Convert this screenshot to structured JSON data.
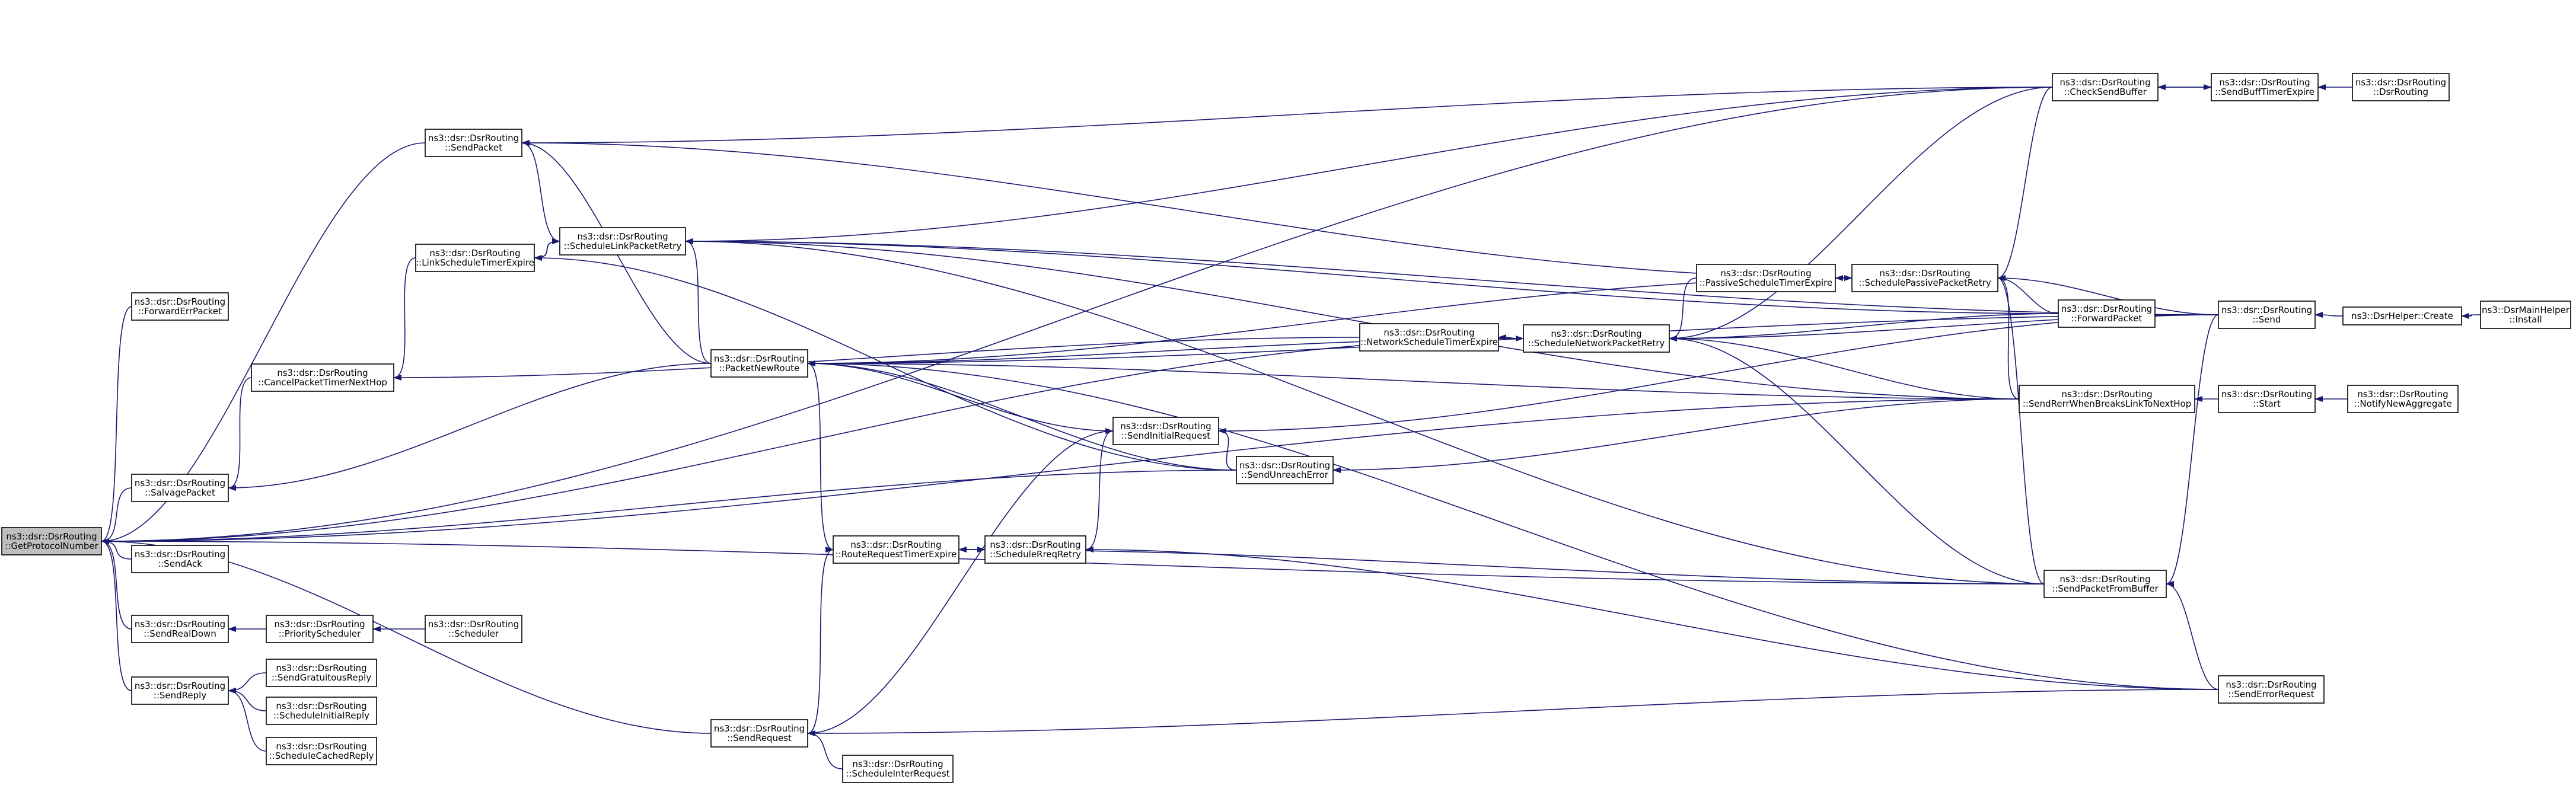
{
  "graph": {
    "edge_color": "#191970",
    "node_border_color": "#000000",
    "focus_node_fill": "#bfbfbf",
    "nodes": [
      {
        "id": "GetProtocolNumber",
        "lines": [
          "ns3::dsr::DsrRouting",
          "::GetProtocolNumber"
        ],
        "focus": true
      },
      {
        "id": "ForwardErrPacket",
        "lines": [
          "ns3::dsr::DsrRouting",
          "::ForwardErrPacket"
        ]
      },
      {
        "id": "SalvagePacket",
        "lines": [
          "ns3::dsr::DsrRouting",
          "::SalvagePacket"
        ]
      },
      {
        "id": "SendAck",
        "lines": [
          "ns3::dsr::DsrRouting",
          "::SendAck"
        ]
      },
      {
        "id": "SendRealDown",
        "lines": [
          "ns3::dsr::DsrRouting",
          "::SendRealDown"
        ]
      },
      {
        "id": "SendReply",
        "lines": [
          "ns3::dsr::DsrRouting",
          "::SendReply"
        ]
      },
      {
        "id": "CancelPacketTimerNextHop",
        "lines": [
          "ns3::dsr::DsrRouting",
          "::CancelPacketTimerNextHop"
        ]
      },
      {
        "id": "PriorityScheduler",
        "lines": [
          "ns3::dsr::DsrRouting",
          "::PriorityScheduler"
        ]
      },
      {
        "id": "Scheduler",
        "lines": [
          "ns3::dsr::DsrRouting",
          "::Scheduler"
        ]
      },
      {
        "id": "SendGratuitousReply",
        "lines": [
          "ns3::dsr::DsrRouting",
          "::SendGratuitousReply"
        ]
      },
      {
        "id": "ScheduleInitialReply",
        "lines": [
          "ns3::dsr::DsrRouting",
          "::ScheduleInitialReply"
        ]
      },
      {
        "id": "ScheduleCachedReply",
        "lines": [
          "ns3::dsr::DsrRouting",
          "::ScheduleCachedReply"
        ]
      },
      {
        "id": "SendPacket",
        "lines": [
          "ns3::dsr::DsrRouting",
          "::SendPacket"
        ]
      },
      {
        "id": "LinkScheduleTimerExpire",
        "lines": [
          "ns3::dsr::DsrRouting",
          "::LinkScheduleTimerExpire"
        ]
      },
      {
        "id": "ScheduleLinkPacketRetry",
        "lines": [
          "ns3::dsr::DsrRouting",
          "::ScheduleLinkPacketRetry"
        ]
      },
      {
        "id": "PacketNewRoute",
        "lines": [
          "ns3::dsr::DsrRouting",
          "::PacketNewRoute"
        ]
      },
      {
        "id": "SendRequest",
        "lines": [
          "ns3::dsr::DsrRouting",
          "::SendRequest"
        ]
      },
      {
        "id": "RouteRequestTimerExpire",
        "lines": [
          "ns3::dsr::DsrRouting",
          "::RouteRequestTimerExpire"
        ]
      },
      {
        "id": "ScheduleInterRequest",
        "lines": [
          "ns3::dsr::DsrRouting",
          "::ScheduleInterRequest"
        ]
      },
      {
        "id": "ScheduleRreqRetry",
        "lines": [
          "ns3::dsr::DsrRouting",
          "::ScheduleRreqRetry"
        ]
      },
      {
        "id": "SendInitialRequest",
        "lines": [
          "ns3::dsr::DsrRouting",
          "::SendInitialRequest"
        ]
      },
      {
        "id": "SendUnreachError",
        "lines": [
          "ns3::dsr::DsrRouting",
          "::SendUnreachError"
        ]
      },
      {
        "id": "NetworkScheduleTimerExpire",
        "lines": [
          "ns3::dsr::DsrRouting",
          "::NetworkScheduleTimerExpire"
        ]
      },
      {
        "id": "ScheduleNetworkPacketRetry",
        "lines": [
          "ns3::dsr::DsrRouting",
          "::ScheduleNetworkPacketRetry"
        ]
      },
      {
        "id": "PassiveScheduleTimerExpire",
        "lines": [
          "ns3::dsr::DsrRouting",
          "::PassiveScheduleTimerExpire"
        ]
      },
      {
        "id": "SchedulePassivePacketRetry",
        "lines": [
          "ns3::dsr::DsrRouting",
          "::SchedulePassivePacketRetry"
        ]
      },
      {
        "id": "CheckSendBuffer",
        "lines": [
          "ns3::dsr::DsrRouting",
          "::CheckSendBuffer"
        ]
      },
      {
        "id": "ForwardPacket",
        "lines": [
          "ns3::dsr::DsrRouting",
          "::ForwardPacket"
        ]
      },
      {
        "id": "SendRerrWhenBreaksLinkToNextHop",
        "lines": [
          "ns3::dsr::DsrRouting",
          "::SendRerrWhenBreaksLinkToNextHop"
        ]
      },
      {
        "id": "SendPacketFromBuffer",
        "lines": [
          "ns3::dsr::DsrRouting",
          "::SendPacketFromBuffer"
        ]
      },
      {
        "id": "SendErrorRequest",
        "lines": [
          "ns3::dsr::DsrRouting",
          "::SendErrorRequest"
        ]
      },
      {
        "id": "SendBuffTimerExpire",
        "lines": [
          "ns3::dsr::DsrRouting",
          "::SendBuffTimerExpire"
        ]
      },
      {
        "id": "DsrRoutingCtor",
        "lines": [
          "ns3::dsr::DsrRouting",
          "::DsrRouting"
        ]
      },
      {
        "id": "Send",
        "lines": [
          "ns3::dsr::DsrRouting",
          "::Send"
        ]
      },
      {
        "id": "Start",
        "lines": [
          "ns3::dsr::DsrRouting",
          "::Start"
        ]
      },
      {
        "id": "DsrHelperCreate",
        "lines": [
          "ns3::DsrHelper::Create"
        ]
      },
      {
        "id": "DsrMainHelperInstall",
        "lines": [
          "ns3::DsrMainHelper",
          "::Install"
        ]
      },
      {
        "id": "NotifyNewAggregate",
        "lines": [
          "ns3::dsr::DsrRouting",
          "::NotifyNewAggregate"
        ]
      }
    ],
    "edges": [
      [
        "ForwardErrPacket",
        "GetProtocolNumber"
      ],
      [
        "SalvagePacket",
        "GetProtocolNumber"
      ],
      [
        "SendAck",
        "GetProtocolNumber"
      ],
      [
        "SendRealDown",
        "GetProtocolNumber"
      ],
      [
        "SendReply",
        "GetProtocolNumber"
      ],
      [
        "SendPacket",
        "GetProtocolNumber"
      ],
      [
        "CheckSendBuffer",
        "GetProtocolNumber"
      ],
      [
        "ScheduleNetworkPacketRetry",
        "GetProtocolNumber"
      ],
      [
        "SendUnreachError",
        "GetProtocolNumber"
      ],
      [
        "SendPacketFromBuffer",
        "GetProtocolNumber"
      ],
      [
        "SendRequest",
        "GetProtocolNumber"
      ],
      [
        "SendRerrWhenBreaksLinkToNextHop",
        "GetProtocolNumber"
      ],
      [
        "CancelPacketTimerNextHop",
        "SalvagePacket"
      ],
      [
        "PacketNewRoute",
        "SalvagePacket"
      ],
      [
        "PriorityScheduler",
        "SendRealDown"
      ],
      [
        "Scheduler",
        "PriorityScheduler"
      ],
      [
        "SendGratuitousReply",
        "SendReply"
      ],
      [
        "ScheduleInitialReply",
        "SendReply"
      ],
      [
        "ScheduleCachedReply",
        "SendReply"
      ],
      [
        "LinkScheduleTimerExpire",
        "CancelPacketTimerNextHop"
      ],
      [
        "NetworkScheduleTimerExpire",
        "CancelPacketTimerNextHop"
      ],
      [
        "ScheduleLinkPacketRetry",
        "SendPacket"
      ],
      [
        "PacketNewRoute",
        "SendPacket"
      ],
      [
        "CheckSendBuffer",
        "SendPacket"
      ],
      [
        "SchedulePassivePacketRetry",
        "SendPacket"
      ],
      [
        "ScheduleLinkPacketRetry",
        "LinkScheduleTimerExpire"
      ],
      [
        "LinkScheduleTimerExpire",
        "ScheduleLinkPacketRetry"
      ],
      [
        "SendUnreachError",
        "LinkScheduleTimerExpire"
      ],
      [
        "PacketNewRoute",
        "ScheduleLinkPacketRetry"
      ],
      [
        "CheckSendBuffer",
        "ScheduleLinkPacketRetry"
      ],
      [
        "Send",
        "ScheduleLinkPacketRetry"
      ],
      [
        "ForwardPacket",
        "ScheduleLinkPacketRetry"
      ],
      [
        "SendRerrWhenBreaksLinkToNextHop",
        "ScheduleLinkPacketRetry"
      ],
      [
        "SendPacketFromBuffer",
        "ScheduleLinkPacketRetry"
      ],
      [
        "SendInitialRequest",
        "PacketNewRoute"
      ],
      [
        "SendUnreachError",
        "PacketNewRoute"
      ],
      [
        "RouteRequestTimerExpire",
        "PacketNewRoute"
      ],
      [
        "ScheduleNetworkPacketRetry",
        "PacketNewRoute"
      ],
      [
        "SchedulePassivePacketRetry",
        "PacketNewRoute"
      ],
      [
        "SendErrorRequest",
        "PacketNewRoute"
      ],
      [
        "Send",
        "PacketNewRoute"
      ],
      [
        "SendRerrWhenBreaksLinkToNextHop",
        "PacketNewRoute"
      ],
      [
        "ScheduleInterRequest",
        "SendRequest"
      ],
      [
        "SendErrorRequest",
        "SendRequest"
      ],
      [
        "SendRequest",
        "RouteRequestTimerExpire"
      ],
      [
        "ScheduleRreqRetry",
        "RouteRequestTimerExpire"
      ],
      [
        "RouteRequestTimerExpire",
        "ScheduleRreqRetry"
      ],
      [
        "SendPacketFromBuffer",
        "RouteRequestTimerExpire"
      ],
      [
        "SendInitialRequest",
        "ScheduleRreqRetry"
      ],
      [
        "SendErrorRequest",
        "ScheduleRreqRetry"
      ],
      [
        "SendUnreachError",
        "SendInitialRequest"
      ],
      [
        "SendRequest",
        "SendInitialRequest"
      ],
      [
        "Send",
        "SendInitialRequest"
      ],
      [
        "SendRerrWhenBreaksLinkToNextHop",
        "SendUnreachError"
      ],
      [
        "ScheduleNetworkPacketRetry",
        "NetworkScheduleTimerExpire"
      ],
      [
        "NetworkScheduleTimerExpire",
        "ScheduleNetworkPacketRetry"
      ],
      [
        "PassiveScheduleTimerExpire",
        "ScheduleNetworkPacketRetry"
      ],
      [
        "CheckSendBuffer",
        "ScheduleNetworkPacketRetry"
      ],
      [
        "ForwardPacket",
        "ScheduleNetworkPacketRetry"
      ],
      [
        "Send",
        "ScheduleNetworkPacketRetry"
      ],
      [
        "SendRerrWhenBreaksLinkToNextHop",
        "ScheduleNetworkPacketRetry"
      ],
      [
        "SendPacketFromBuffer",
        "ScheduleNetworkPacketRetry"
      ],
      [
        "SchedulePassivePacketRetry",
        "PassiveScheduleTimerExpire"
      ],
      [
        "PassiveScheduleTimerExpire",
        "SchedulePassivePacketRetry"
      ],
      [
        "ForwardPacket",
        "SchedulePassivePacketRetry"
      ],
      [
        "CheckSendBuffer",
        "SchedulePassivePacketRetry"
      ],
      [
        "Send",
        "SchedulePassivePacketRetry"
      ],
      [
        "SendRerrWhenBreaksLinkToNextHop",
        "SchedulePassivePacketRetry"
      ],
      [
        "SendPacketFromBuffer",
        "SchedulePassivePacketRetry"
      ],
      [
        "SendBuffTimerExpire",
        "CheckSendBuffer"
      ],
      [
        "CheckSendBuffer",
        "SendBuffTimerExpire"
      ],
      [
        "DsrRoutingCtor",
        "SendBuffTimerExpire"
      ],
      [
        "Send",
        "SendPacketFromBuffer"
      ],
      [
        "SendErrorRequest",
        "SendPacketFromBuffer"
      ],
      [
        "DsrHelperCreate",
        "Send"
      ],
      [
        "DsrMainHelperInstall",
        "DsrHelperCreate"
      ],
      [
        "Start",
        "SendRerrWhenBreaksLinkToNextHop"
      ],
      [
        "NotifyNewAggregate",
        "Start"
      ]
    ]
  }
}
